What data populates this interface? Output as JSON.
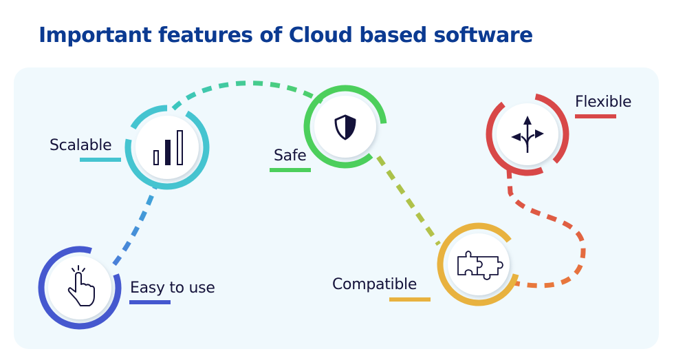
{
  "title": "Important features of Cloud based software",
  "colors": {
    "title": "#0b3a91",
    "panel_bg": "#f0f9fd",
    "label_text": "#14123a",
    "icon": "#14123a"
  },
  "features": [
    {
      "id": "easy-to-use",
      "label": "Easy to use",
      "icon": "hand-tap-icon",
      "color": "#4558cf"
    },
    {
      "id": "scalable",
      "label": "Scalable",
      "icon": "bar-chart-icon",
      "color": "#45c4d0"
    },
    {
      "id": "safe",
      "label": "Safe",
      "icon": "shield-icon",
      "color": "#4ccf5c"
    },
    {
      "id": "compatible",
      "label": "Compatible",
      "icon": "puzzle-icon",
      "color": "#e8b23f"
    },
    {
      "id": "flexible",
      "label": "Flexible",
      "icon": "split-arrows-icon",
      "color": "#d84848"
    }
  ],
  "connectors": [
    {
      "from": "easy-to-use",
      "to": "scalable",
      "colors": [
        "#4a7fd8",
        "#3fa9d8"
      ]
    },
    {
      "from": "scalable",
      "to": "safe",
      "colors": [
        "#3cc6c0",
        "#4fd065"
      ]
    },
    {
      "from": "safe",
      "to": "compatible",
      "colors": [
        "#a8c24a",
        "#b6c24a"
      ]
    },
    {
      "from": "compatible",
      "to": "flexible",
      "colors": [
        "#e8783c",
        "#d84848"
      ]
    }
  ]
}
